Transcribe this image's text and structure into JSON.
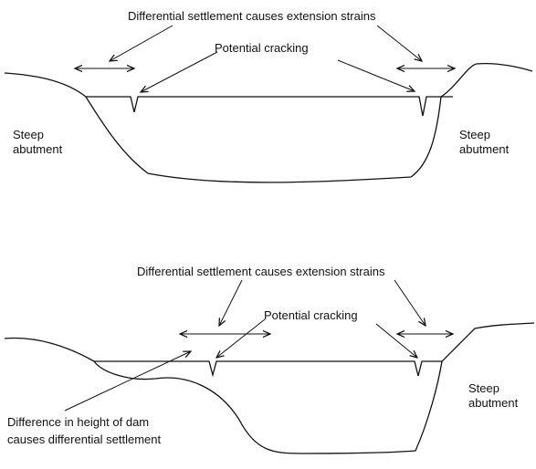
{
  "top": {
    "strain_label": "Differential settlement causes extension strains",
    "crack_label": "Potential cracking",
    "left_abutment": [
      "Steep",
      "abutment"
    ],
    "right_abutment": [
      "Steep",
      "abutment"
    ]
  },
  "bottom": {
    "strain_label": "Differential settlement causes extension strains",
    "crack_label": "Potential cracking",
    "right_abutment": [
      "Steep",
      "abutment"
    ],
    "height_note": [
      "Difference in height of dam",
      "causes differential settlement"
    ]
  }
}
